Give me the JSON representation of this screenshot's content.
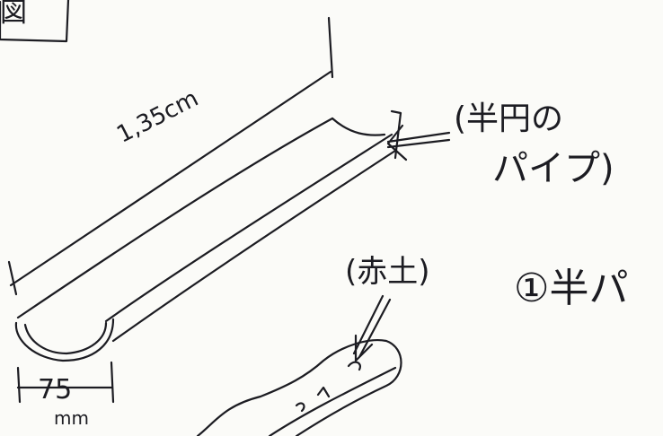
{
  "figure_mark": "図",
  "dimensions": {
    "length": "1,35cm",
    "width_value": "75",
    "width_unit": "mm"
  },
  "annotations": {
    "pipe_line1": "(半円の",
    "pipe_line2": "パイプ)",
    "clay": "(赤土)",
    "item_label": "①半パ"
  }
}
